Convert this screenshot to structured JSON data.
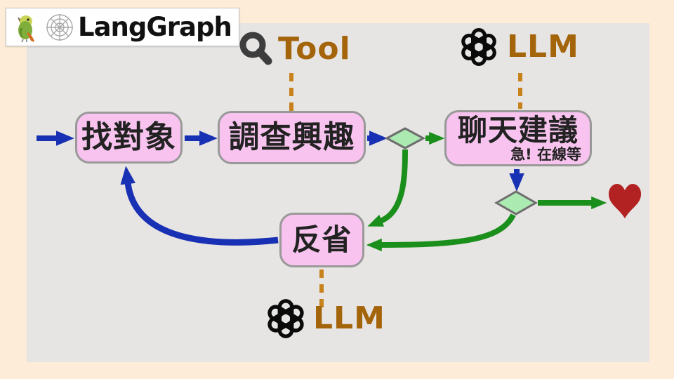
{
  "logo": {
    "title": "LangGraph"
  },
  "annotations": {
    "tool": "Tool",
    "llm_top": "LLM",
    "llm_bottom": "LLM"
  },
  "nodes": {
    "find_partner": "找對象",
    "research_interest": "調查興趣",
    "chat_advice": "聊天建議",
    "chat_advice_note": "急! 在線等",
    "reflect": "反省"
  },
  "icons": {
    "logo_left": "parrot-icon",
    "logo_right": "spiderweb-icon",
    "tool": "search-icon",
    "llm": "openai-icon",
    "end": "heart-icon"
  },
  "colors": {
    "background": "#fcecd8",
    "canvas": "#e7e5e3",
    "node_fill": "#f8c4ef",
    "node_border": "#999999",
    "node_text": "#222222",
    "blue_edge": "#1830b4",
    "green_edge": "#1b8f1b",
    "diamond_fill": "#abeab1",
    "diamond_border": "#6e6e6e",
    "heart": "#b22222",
    "annotation_text": "#a3640a",
    "annotation_dash": "#c8821c",
    "logo_text": "#111111",
    "search_icon": "#3d3d3d",
    "openai_icon": "#0a0a0a"
  }
}
